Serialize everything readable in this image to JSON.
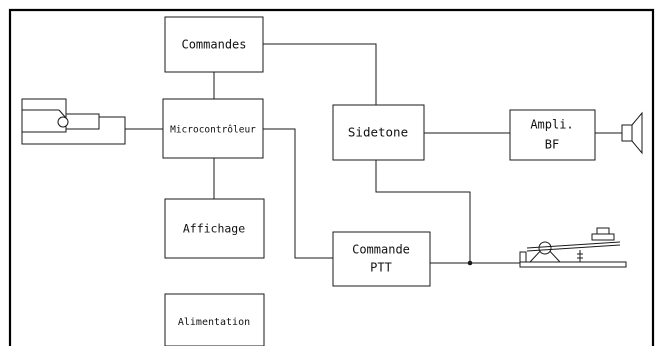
{
  "blocks": {
    "commandes": "Commandes",
    "microcontroleur": "Microcontrôleur",
    "affichage": "Affichage",
    "alimentation": "Alimentation",
    "sidetone": "Sidetone",
    "ampli_line1": "Ampli.",
    "ampli_line2": "BF",
    "ptt_line1": "Commande",
    "ptt_line2": "PTT"
  },
  "icons": {
    "paddle": "morse-paddle-icon",
    "speaker": "loudspeaker-icon",
    "straight_key": "straight-key-icon"
  },
  "colors": {
    "line": "#1a1a1a",
    "background": "#ffffff",
    "frame": "#000000"
  }
}
